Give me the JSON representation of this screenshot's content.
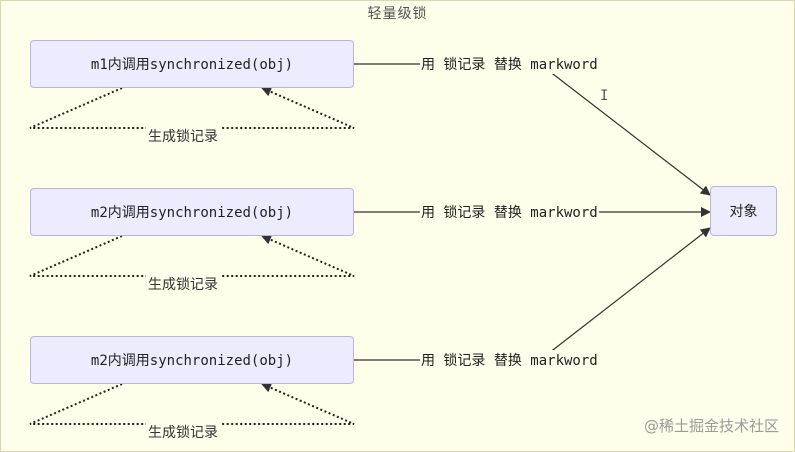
{
  "diagram": {
    "title": "轻量级锁",
    "object_label": "对象",
    "calls": [
      {
        "label": "m1内调用synchronized(obj)",
        "edge_label": "用 锁记录 替换 markword",
        "loop_label": "生成锁记录"
      },
      {
        "label": "m2内调用synchronized(obj)",
        "edge_label": "用 锁记录 替换 markword",
        "loop_label": "生成锁记录"
      },
      {
        "label": "m2内调用synchronized(obj)",
        "edge_label": "用 锁记录 替换 markword",
        "loop_label": "生成锁记录"
      }
    ]
  },
  "watermark": "@稀土掘金技术社区",
  "colors": {
    "background": "#fffeea",
    "node_fill": "#ececfe",
    "node_border": "#b5b5e0",
    "edge": "#333333"
  }
}
